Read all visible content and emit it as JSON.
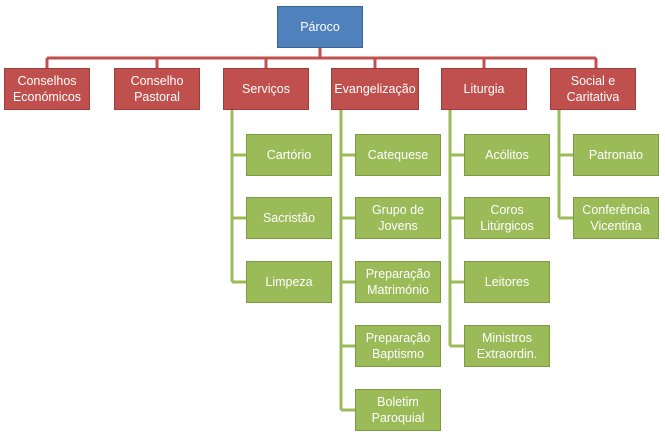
{
  "root": {
    "label": "Pároco"
  },
  "departments": [
    {
      "label": "Conselhos Económicos",
      "children": []
    },
    {
      "label": "Conselho Pastoral",
      "children": []
    },
    {
      "label": "Serviços",
      "children": [
        "Cartório",
        "Sacristão",
        "Limpeza"
      ]
    },
    {
      "label": "Evangelização",
      "children": [
        "Catequese",
        "Grupo de Jovens",
        "Preparação Matrimónio",
        "Preparação Baptismo",
        "Boletim Paroquial"
      ]
    },
    {
      "label": "Liturgia",
      "children": [
        "Acólitos",
        "Coros Litúrgicos",
        "Leitores",
        "Ministros Extraordin."
      ]
    },
    {
      "label": "Social e Caritativa",
      "children": [
        "Patronato",
        "Conferência Vicentina"
      ]
    }
  ],
  "colors": {
    "root": "#4f81bd",
    "department": "#c0504d",
    "leaf": "#9bbb59",
    "connector_top": "#c0504d",
    "connector_leaf": "#9bbb59"
  }
}
